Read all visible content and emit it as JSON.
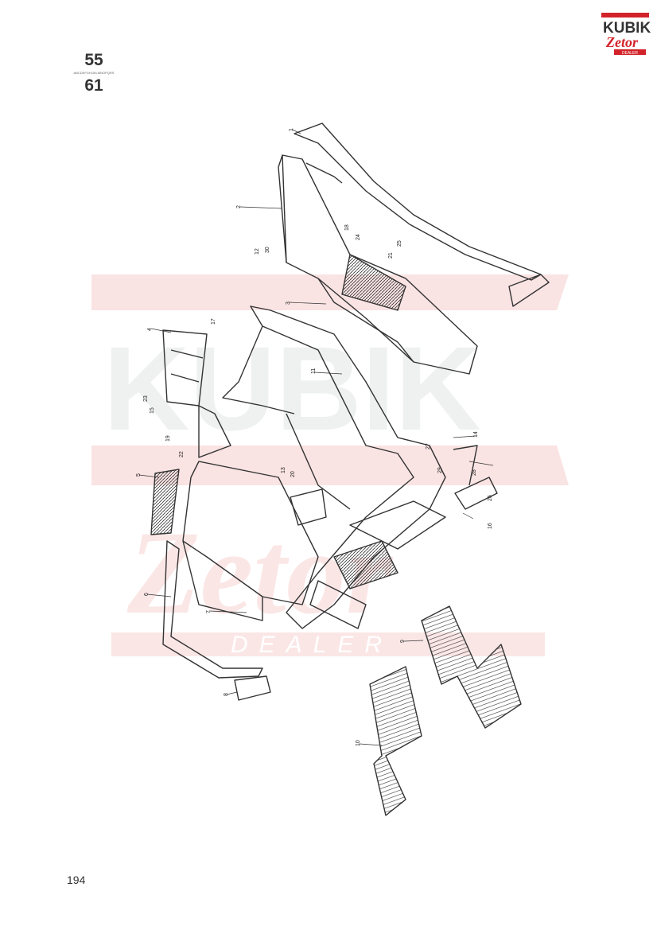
{
  "section": {
    "top": "55",
    "divider": "ABCDEFGHIJKLMNOPQRS",
    "bottom": "61"
  },
  "logo": {
    "top": "KUBIK",
    "middle": "Zetor",
    "bottom": "DEALER"
  },
  "watermark": {
    "top": "KUBIK",
    "middle": "Zetor",
    "bottom": "DEALER"
  },
  "page_number": "194",
  "callouts": [
    "1",
    "2",
    "3",
    "4",
    "5",
    "6",
    "7",
    "8",
    "9",
    "10",
    "11",
    "12",
    "13",
    "14",
    "15",
    "16",
    "17",
    "18",
    "19",
    "20",
    "21",
    "22",
    "23",
    "24",
    "25",
    "26",
    "27",
    "28",
    "29",
    "30"
  ],
  "colors": {
    "red": "#d2232a",
    "ink": "#333333",
    "watermark": "#f5c8c8"
  }
}
